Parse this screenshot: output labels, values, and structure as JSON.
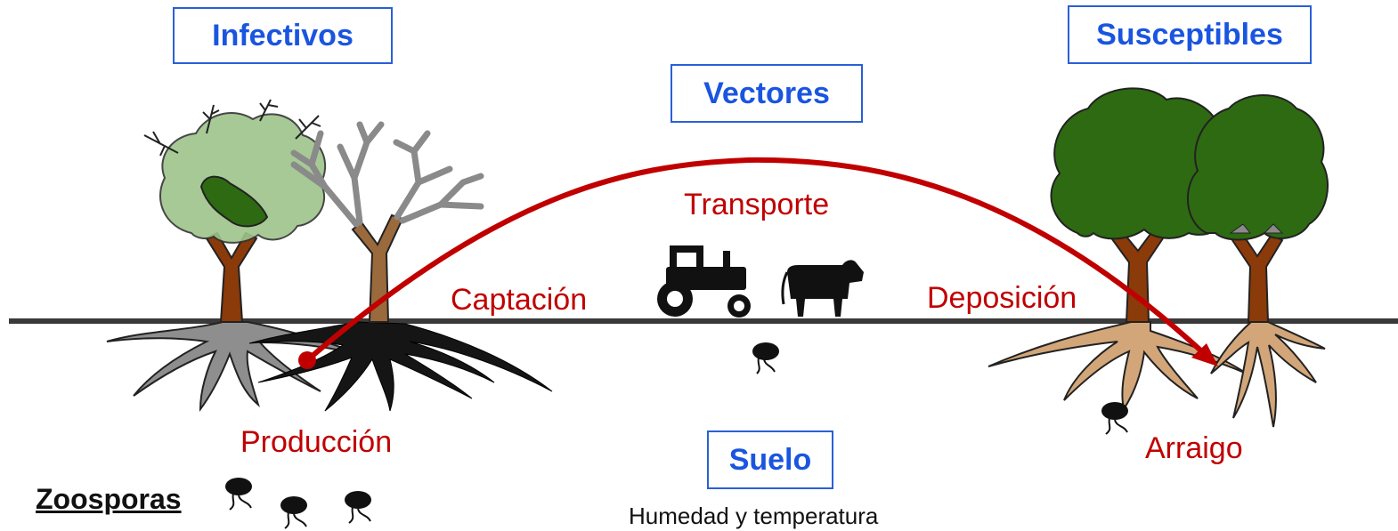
{
  "boxes": {
    "infectivos": "Infectivos",
    "susceptibles": "Susceptibles",
    "vectores": "Vectores",
    "suelo": "Suelo"
  },
  "steps": {
    "produccion": "Producción",
    "captacion": "Captación",
    "transporte": "Transporte",
    "deposicion": "Deposición",
    "arraigo": "Arraigo"
  },
  "soil_note": "Humedad y temperatura",
  "legend": {
    "zoosporas": "Zoosporas"
  },
  "colors": {
    "arrow": "#c00000",
    "box_border": "#2a5fd8",
    "box_text": "#1a55e0",
    "ground": "#3a3a3a",
    "healthy_canopy": "#2e6a12",
    "sick_canopy": "#9ec48a",
    "trunk": "#8b3a0a",
    "dead_tree": "#8a8a8a",
    "healthy_roots": "#d2a679"
  }
}
